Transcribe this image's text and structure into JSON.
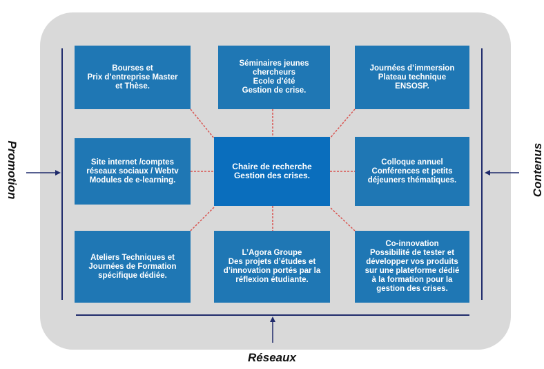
{
  "diagram": {
    "center": "Chaire de recherche\nGestion des crises.",
    "boxes": [
      {
        "id": "top-left",
        "text": "Bourses et\nPrix d’entreprise Master\net Thèse."
      },
      {
        "id": "top-middle",
        "text": "Séminaires jeunes\nchercheurs\nEcole d’été\nGestion de crise."
      },
      {
        "id": "top-right",
        "text": "Journées d’immersion\nPlateau technique\nENSOSP."
      },
      {
        "id": "middle-left",
        "text": "Site internet /comptes\nréseaux sociaux / Webtv\nModules de e-learning."
      },
      {
        "id": "middle-right",
        "text": "Colloque annuel\nConférences  et petits\ndéjeuners thématiques."
      },
      {
        "id": "bottom-left",
        "text": "Ateliers Techniques et\nJournées de Formation\nspécifique dédiée."
      },
      {
        "id": "bottom-middle",
        "text": "L’Agora Groupe\nDes projets d’études et\nd’innovation portés par la\nréflexion étudiante."
      },
      {
        "id": "bottom-right",
        "text": "Co-innovation\nPossibilité de tester et\ndévelopper vos produits\nsur une plateforme dédié\nà la formation pour la\ngestion des crises."
      }
    ],
    "labels": {
      "left": "Promotion",
      "right": "Contenus",
      "bottom": "Réseaux"
    },
    "colors": {
      "box": "#1f77b4",
      "center": "#0a6ebd",
      "panel": "#d9d9d9",
      "connector": "#d9534f",
      "frame_line": "#1f2a6b"
    }
  }
}
